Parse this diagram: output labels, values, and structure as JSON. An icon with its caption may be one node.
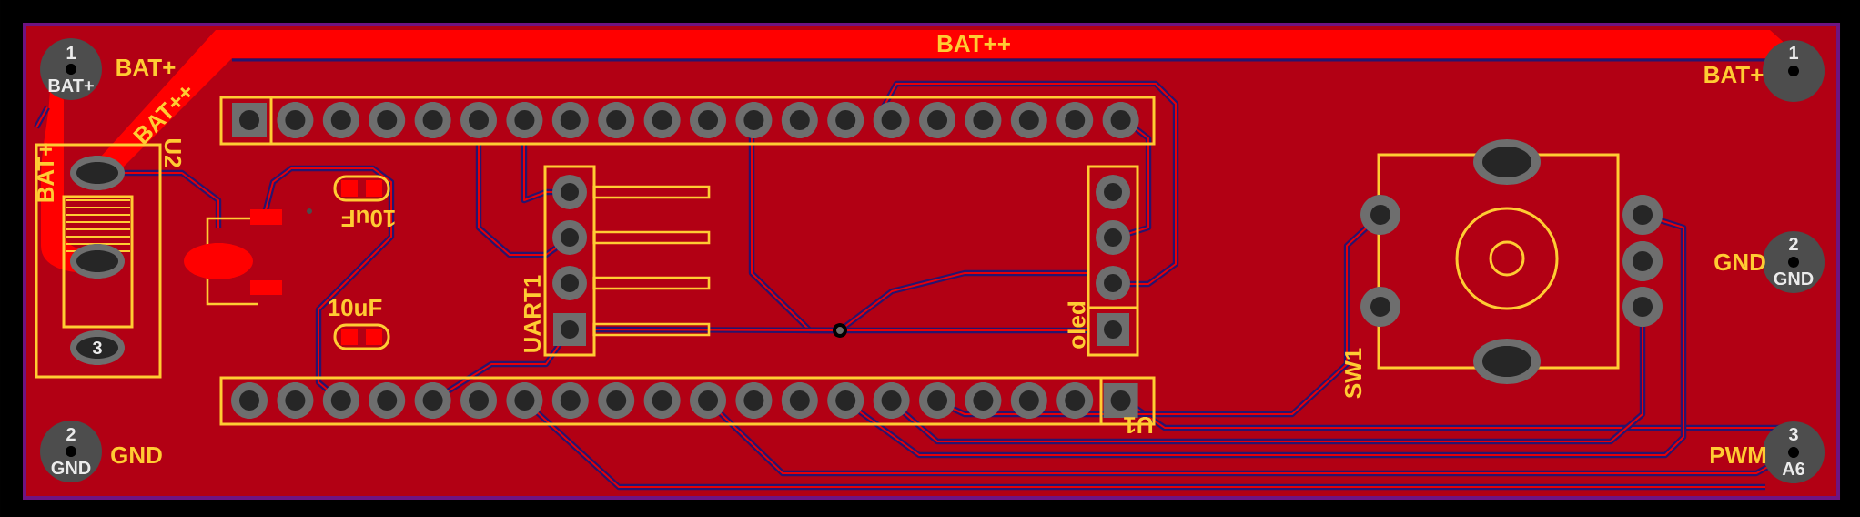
{
  "diagram": {
    "labels": [
      "BAT++",
      "1",
      "BAT+",
      "BAT+",
      "BAT+",
      "1",
      "BAT++",
      "U2",
      "BAT+",
      "10uF",
      "GND",
      "2",
      "GND",
      "UART1",
      "10uF",
      "oled",
      "3",
      "SW1",
      "U1",
      "2",
      "GND",
      "GND",
      "PWM",
      "3",
      "A6"
    ]
  }
}
